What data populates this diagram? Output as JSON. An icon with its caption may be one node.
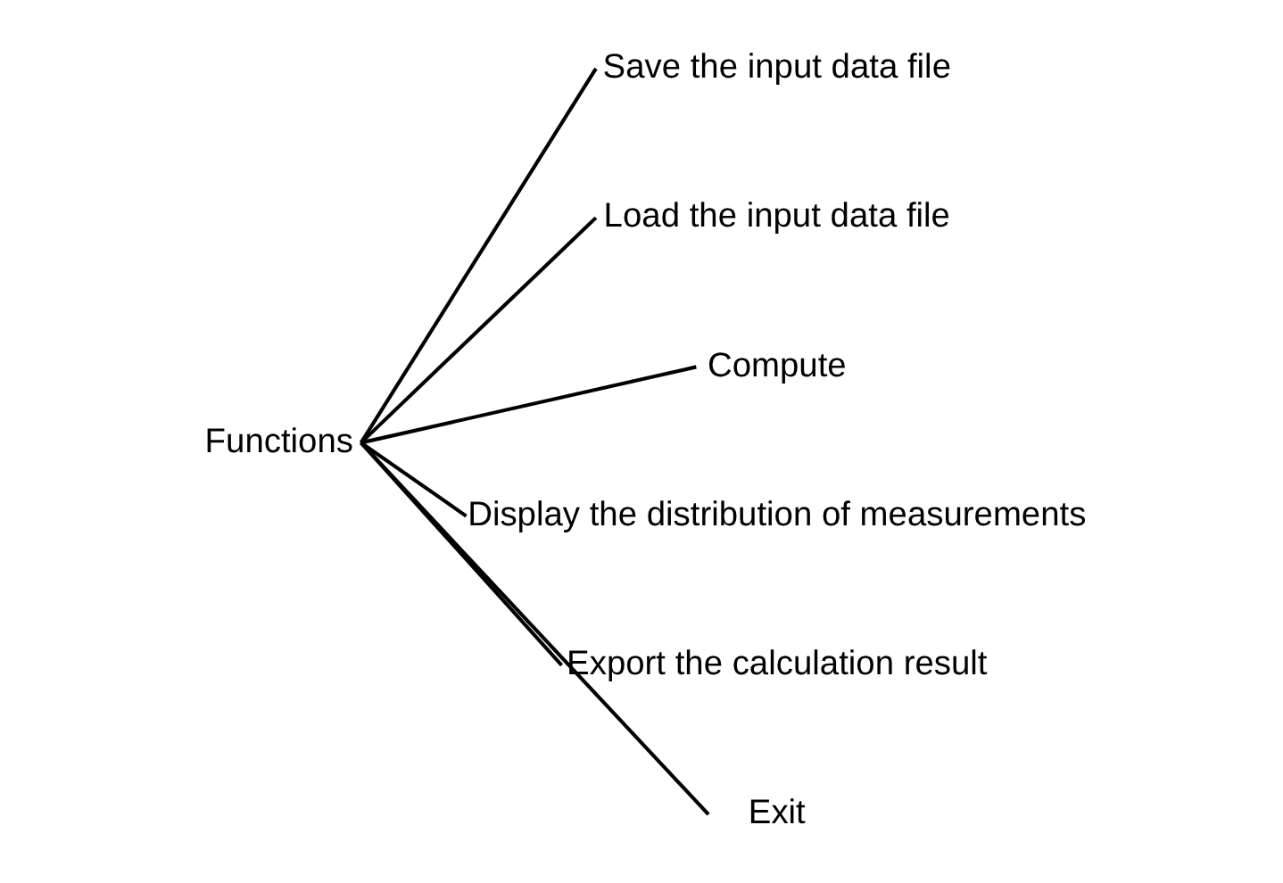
{
  "diagram": {
    "nodes": [
      {
        "text": [
          "Functions"
        ]
      },
      {
        "text": [
          "Save the input data file"
        ]
      },
      {
        "text": [
          "Load the input data file"
        ]
      },
      {
        "text": [
          "Compute"
        ]
      },
      {
        "text": [
          "Display the distribution of measurements"
        ]
      },
      {
        "text": [
          "Export the calculation result"
        ]
      },
      {
        "text": [
          "Exit"
        ]
      }
    ],
    "edges": [
      {
        "from": 0,
        "to": 1,
        "arrow": "none"
      },
      {
        "from": 0,
        "to": 2,
        "arrow": "none"
      },
      {
        "from": 0,
        "to": 3,
        "arrow": "none"
      },
      {
        "from": 0,
        "to": 4,
        "arrow": "none"
      },
      {
        "from": 0,
        "to": 5,
        "arrow": "none"
      },
      {
        "from": 0,
        "to": 6,
        "arrow": "none"
      }
    ]
  }
}
